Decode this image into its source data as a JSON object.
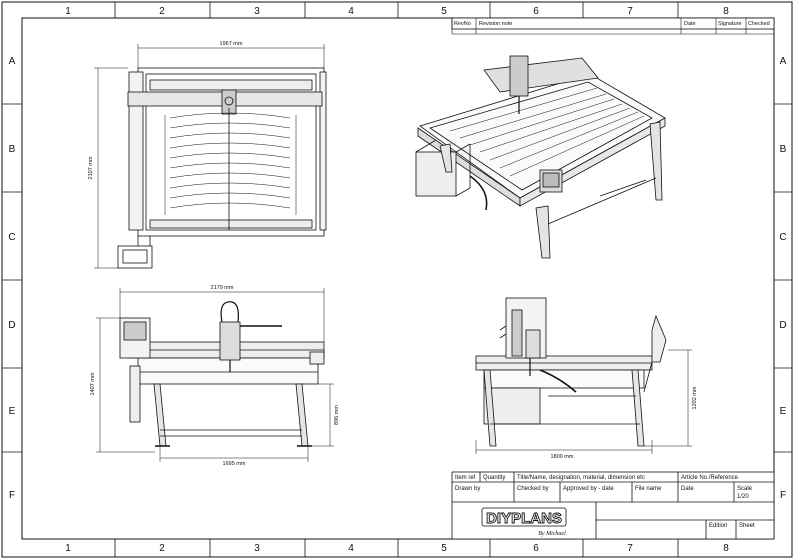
{
  "border": {
    "columns": [
      "1",
      "2",
      "3",
      "4",
      "5",
      "6",
      "7",
      "8"
    ],
    "rows": [
      "A",
      "B",
      "C",
      "D",
      "E",
      "F"
    ]
  },
  "revision_table": {
    "headers": [
      "RevNo",
      "Revision note",
      "Date",
      "Signature",
      "Checked"
    ]
  },
  "views": {
    "top": {
      "width_dim": "1967 mm",
      "height_dim": "2107 mm"
    },
    "front": {
      "width_dim": "2179 mm",
      "height_dim": "1407 mm",
      "table_height_dim": "896 mm",
      "foot_dim": "1695 mm"
    },
    "side": {
      "width_dim": "1800 mm",
      "height_dim": "1202 mm"
    }
  },
  "title_block": {
    "row1": [
      "Item ref",
      "Quantity",
      "Title/Name, designation, material, dimension etc",
      "Article No./Reference"
    ],
    "row2": [
      "Drawn by",
      "Checked by",
      "Approved by - date",
      "File name",
      "Date",
      "Scale"
    ],
    "scale": "1/20",
    "edition": "Edition",
    "sheet": "Sheet",
    "logo": {
      "text": "DIYPLANS",
      "tagline": "By Michael"
    }
  },
  "colors": {
    "line": "#111111",
    "paper": "#ffffff"
  }
}
